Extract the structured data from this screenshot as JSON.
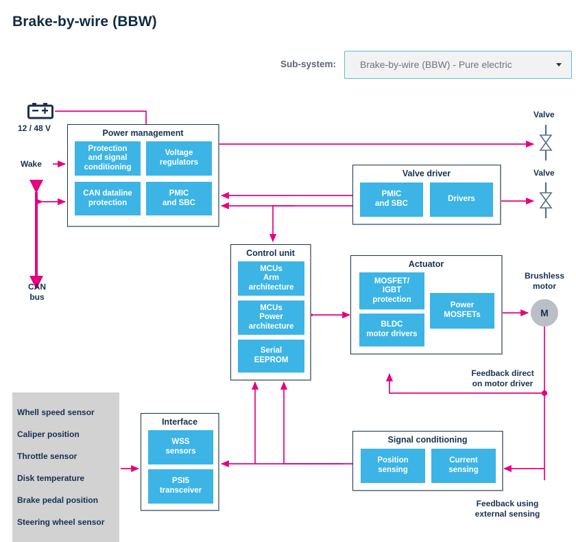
{
  "header": {
    "title": "Brake-by-wire (BBW)",
    "subsystem_label": "Sub-system:",
    "subsystem_value": "Brake-by-wire (BBW) - Pure electric",
    "caret_icon": "chevron-down-icon"
  },
  "colors": {
    "chip_blue": "#3cb4e5",
    "wire_magenta": "#e6007e",
    "box_border": "#16314f",
    "box_shadow": "#7e8c99",
    "panel_gray": "#d2d2d2",
    "motor_gray": "#b9bec7",
    "text_navy": "#16314f",
    "select_border": "#5bbcd9"
  },
  "power_supply": {
    "icon": "battery-icon",
    "label": "12 / 48 V"
  },
  "signals": {
    "wake": "Wake",
    "can_bus": "CAN\nbus",
    "can_bus_line1": "CAN",
    "can_bus_line2": "bus",
    "valve_top": "Valve",
    "valve_bottom": "Valve",
    "brushless_motor_line1": "Brushless",
    "brushless_motor_line2": "motor",
    "motor_glyph": "M",
    "feedback_direct_line1": "Feedback direct",
    "feedback_direct_line2": "on motor driver",
    "feedback_external_line1": "Feedback using",
    "feedback_external_line2": "external sensing"
  },
  "modules": [
    {
      "id": "power-management",
      "title": "Power management",
      "chips": [
        "Protection and signal conditioning",
        "Voltage regulators",
        "CAN dataline protection",
        "PMIC and SBC"
      ]
    },
    {
      "id": "valve-driver",
      "title": "Valve driver",
      "chips": [
        "PMIC and SBC",
        "Drivers"
      ]
    },
    {
      "id": "control-unit",
      "title": "Control unit",
      "chips": [
        "MCUs Arm architecture",
        "MCUs Power architecture",
        "Serial EEPROM"
      ]
    },
    {
      "id": "actuator",
      "title": "Actuator",
      "chips": [
        "MOSFET/ IGBT protection",
        "BLDC motor drivers",
        "Power MOSFETs"
      ]
    },
    {
      "id": "interface",
      "title": "Interface",
      "chips": [
        "WSS sensors",
        "PSI5 transceiver"
      ]
    },
    {
      "id": "signal-conditioning",
      "title": "Signal conditioning",
      "chips": [
        "Position sensing",
        "Current sensing"
      ]
    }
  ],
  "power_management": {
    "title": "Power management",
    "chip_protection_l1": "Protection",
    "chip_protection_l2": "and signal",
    "chip_protection_l3": "conditioning",
    "chip_voltage_l1": "Voltage",
    "chip_voltage_l2": "regulators",
    "chip_can_l1": "CAN dataline",
    "chip_can_l2": "protection",
    "chip_pmic_l1": "PMIC",
    "chip_pmic_l2": "and SBC"
  },
  "valve_driver": {
    "title": "Valve driver",
    "chip_pmic_l1": "PMIC",
    "chip_pmic_l2": "and SBC",
    "chip_drivers": "Drivers"
  },
  "control_unit": {
    "title": "Control unit",
    "chip_arm_l1": "MCUs",
    "chip_arm_l2": "Arm",
    "chip_arm_l3": "architecture",
    "chip_power_l1": "MCUs",
    "chip_power_l2": "Power",
    "chip_power_l3": "architecture",
    "chip_eeprom_l1": "Serial",
    "chip_eeprom_l2": "EEPROM"
  },
  "actuator": {
    "title": "Actuator",
    "chip_mosfet_l1": "MOSFET/",
    "chip_mosfet_l2": "IGBT",
    "chip_mosfet_l3": "protection",
    "chip_bldc_l1": "BLDC",
    "chip_bldc_l2": "motor drivers",
    "chip_power_l1": "Power",
    "chip_power_l2": "MOSFETs"
  },
  "interface": {
    "title": "Interface",
    "chip_wss_l1": "WSS",
    "chip_wss_l2": "sensors",
    "chip_psi5_l1": "PSI5",
    "chip_psi5_l2": "transceiver"
  },
  "signal_conditioning": {
    "title": "Signal conditioning",
    "chip_position_l1": "Position",
    "chip_position_l2": "sensing",
    "chip_current_l1": "Current",
    "chip_current_l2": "sensing"
  },
  "sensors": {
    "items": [
      "Whell speed sensor",
      "Caliper position",
      "Throttle sensor",
      "Disk temperature",
      "Brake pedal position",
      "Steering wheel sensor"
    ]
  }
}
